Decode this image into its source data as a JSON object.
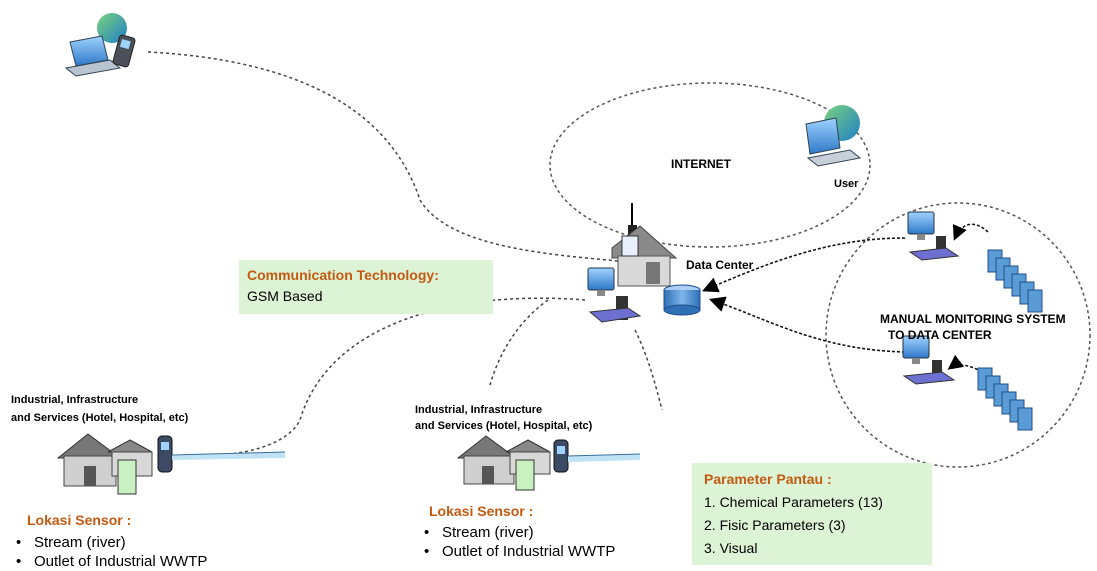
{
  "labels": {
    "internet": "INTERNET",
    "user": "User",
    "data_center": "Data Center",
    "manual_line1": "MANUAL MONITORING SYSTEM",
    "manual_line2": "TO DATA CENTER",
    "industrial_left_line1": "Industrial, Infrastructure",
    "industrial_left_line2": "and Services (Hotel, Hospital, etc)",
    "industrial_mid_line1": "Industrial, Infrastructure",
    "industrial_mid_line2": "and Services (Hotel, Hospital, etc)"
  },
  "communication": {
    "title": "Communication Technology:",
    "value": "GSM Based"
  },
  "lokasi_left": {
    "title": "Lokasi Sensor :",
    "items": [
      "Stream (river)",
      "Outlet of Industrial WWTP"
    ]
  },
  "lokasi_mid": {
    "title": "Lokasi Sensor :",
    "items": [
      "Stream (river)",
      "Outlet of Industrial WWTP"
    ]
  },
  "parameter": {
    "title": "Parameter Pantau :",
    "items": [
      "1. Chemical Parameters (13)",
      "2. Fisic Parameters (3)",
      "3. Visual"
    ]
  },
  "colors": {
    "green_box": "#ddf3d6",
    "orange_title": "#c55a11",
    "computer_blue": "#3a7fd5",
    "document_blue": "#5b9bd5"
  }
}
